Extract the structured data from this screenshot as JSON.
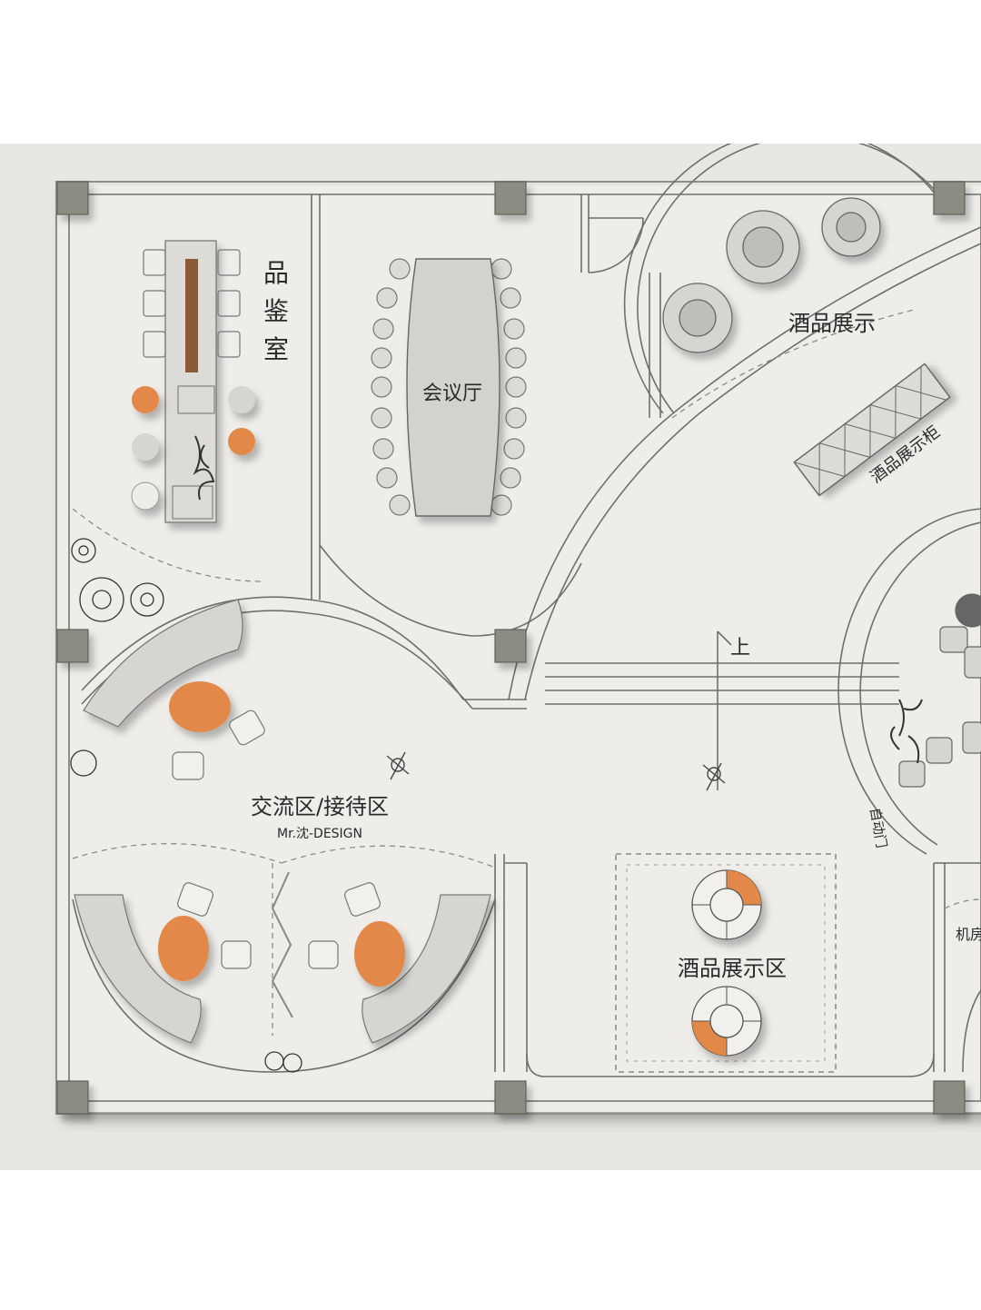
{
  "colors": {
    "background": "#e9e7e3",
    "floor": "#eeedea",
    "wall": "#9a9a96",
    "column": "#8b8d83",
    "accent_orange": "#e2894a",
    "furniture": "#d6d5d1",
    "line": "#6f6f6c"
  },
  "labels": {
    "tasting_room": "品鉴室",
    "meeting_room": "会议厅",
    "wine_display": "酒品展示",
    "wine_cabinet": "酒品展示柜",
    "up": "上",
    "auto_door": "自动门",
    "lounge": "交流区/接待区",
    "designer": "Mr.沈-DESIGN",
    "wine_display_area": "酒品展示区",
    "machine_room": "机房"
  },
  "icons": [
    "person-walking-icon",
    "plant-icon",
    "chair-icon",
    "round-table-icon"
  ]
}
